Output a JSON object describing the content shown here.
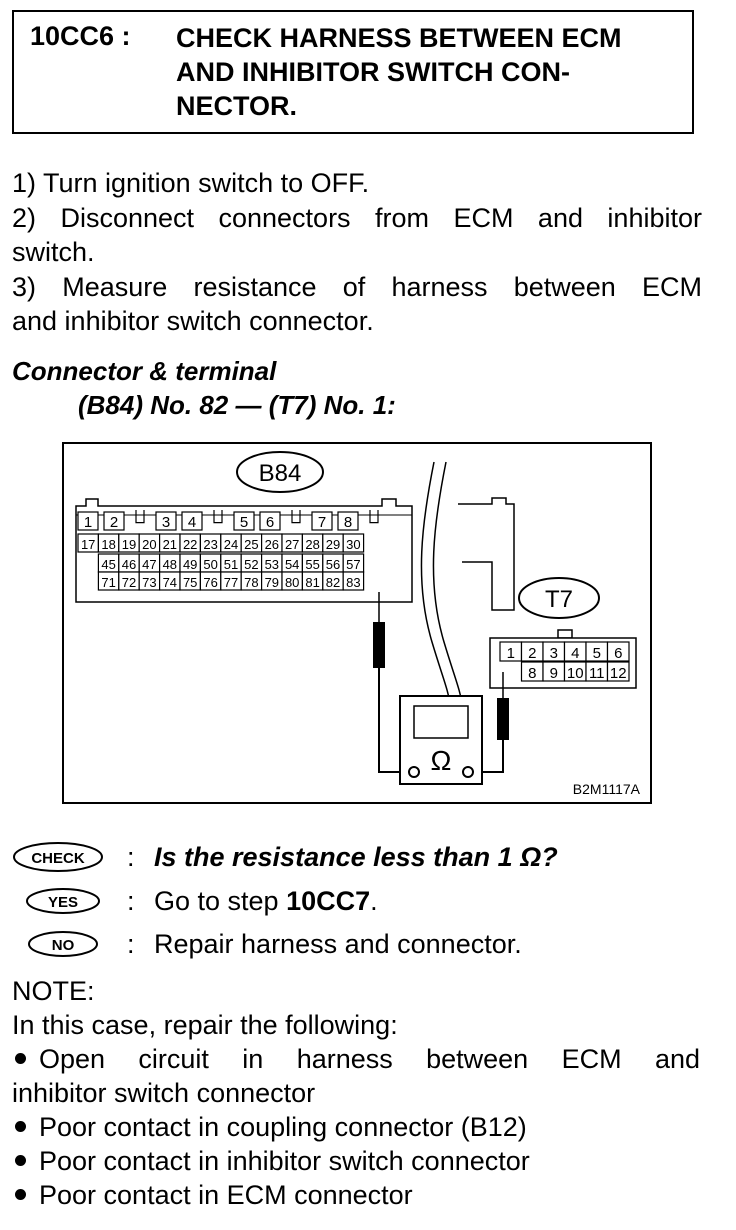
{
  "header": {
    "step_id": "10CC6 :",
    "title_lines": [
      "CHECK HARNESS BETWEEN ECM",
      "AND INHIBITOR SWITCH CON-",
      "NECTOR."
    ]
  },
  "steps": {
    "s1": "1)  Turn ignition switch to OFF.",
    "s2a": "2)  Disconnect connectors from ECM and inhibitor",
    "s2b": "switch.",
    "s3a": "3)  Measure resistance of harness between ECM",
    "s3b": "and inhibitor switch connector."
  },
  "connector": {
    "heading": "Connector & terminal",
    "spec": "(B84) No. 82 — (T7) No. 1:"
  },
  "figure": {
    "ecm_label": "B84",
    "switch_label": "T7",
    "ohm_symbol": "Ω",
    "figure_code": "B2M1117A",
    "ecm_row1": [
      "1",
      "2",
      "",
      "3",
      "4",
      "",
      "5",
      "6",
      "",
      "7",
      "8",
      ""
    ],
    "ecm_row2": [
      "17",
      "18",
      "19",
      "20",
      "21",
      "22",
      "23",
      "24",
      "25",
      "26",
      "27",
      "28",
      "29",
      "30"
    ],
    "ecm_row3": [
      "45",
      "46",
      "47",
      "48",
      "49",
      "50",
      "51",
      "52",
      "53",
      "54",
      "55",
      "56",
      "57"
    ],
    "ecm_row4": [
      "71",
      "72",
      "73",
      "74",
      "75",
      "76",
      "77",
      "78",
      "79",
      "80",
      "81",
      "82",
      "83"
    ],
    "t7_row1": [
      "1",
      "2",
      "3",
      "4",
      "5",
      "6"
    ],
    "t7_row2": [
      "",
      "8",
      "9",
      "10",
      "11",
      "12"
    ]
  },
  "check": {
    "check_badge": "CHECK",
    "yes_badge": "YES",
    "no_badge": "NO",
    "colon": ":",
    "question": "Is the resistance less than 1 Ω?",
    "yes_prefix": "Go to step ",
    "yes_step": "10CC7",
    "yes_suffix": ".",
    "no_text": "Repair harness and connector."
  },
  "note": {
    "label": "NOTE:",
    "intro": "In this case, repair the following:",
    "b1a": "Open circuit in harness between ECM and",
    "b1b": "inhibitor switch connector",
    "b2": "Poor contact in coupling connector (B12)",
    "b3": "Poor contact in inhibitor switch connector",
    "b4": "Poor contact in ECM connector"
  }
}
